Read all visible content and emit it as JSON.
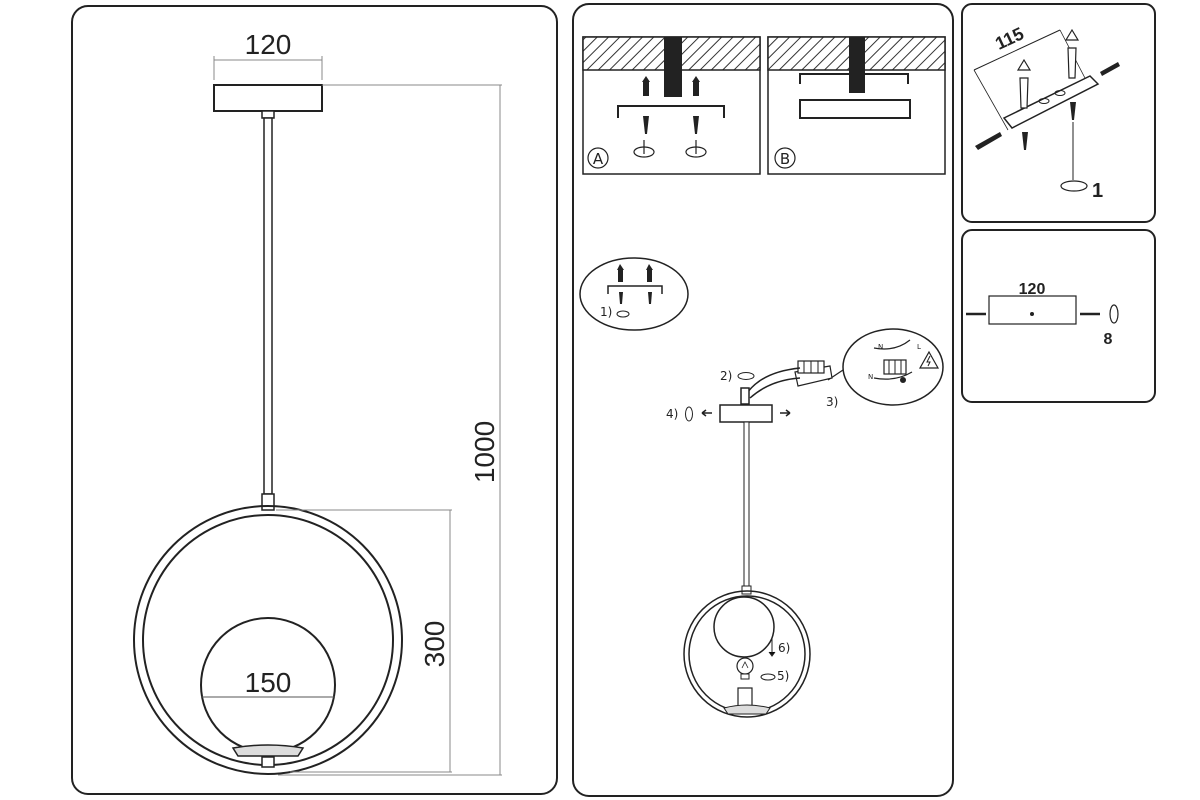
{
  "dimensions": {
    "canopy_width": "120",
    "total_height": "1000",
    "ring_height": "300",
    "globe_diameter": "150"
  },
  "mount_options": {
    "a_label": "A",
    "b_label": "B"
  },
  "bracket": {
    "hole_spacing": "115",
    "screw_count": "1"
  },
  "canopy_detail": {
    "width": "120",
    "screw_count": "8"
  },
  "steps": {
    "s1": "1)",
    "s2": "2)",
    "s3": "3)",
    "s4": "4)",
    "s5": "5)",
    "s6": "6)"
  },
  "wiring": {
    "n_label": "N",
    "l_label": "L"
  }
}
